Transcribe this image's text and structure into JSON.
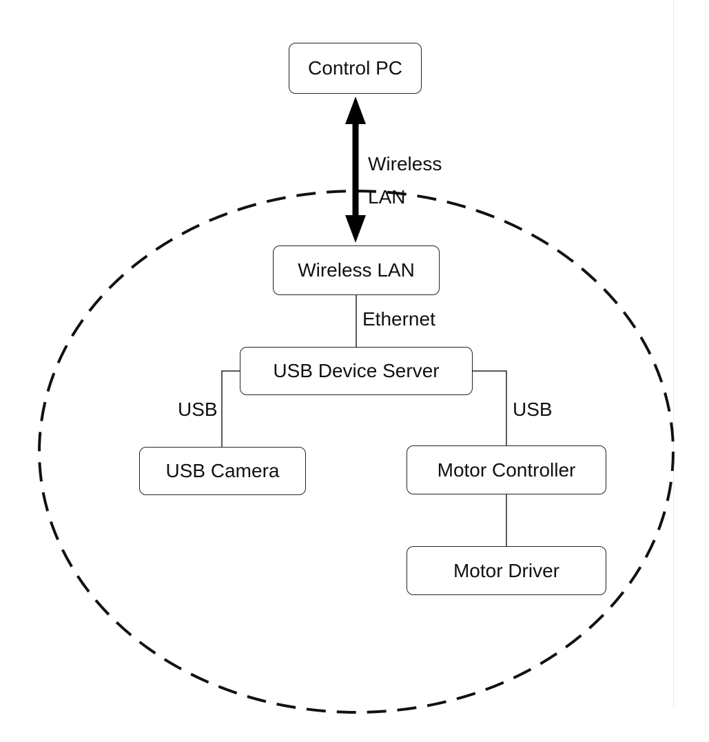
{
  "nodes": {
    "control_pc": "Control PC",
    "wireless_lan": "Wireless LAN",
    "usb_device_server": "USB Device Server",
    "usb_camera": "USB Camera",
    "motor_controller": "Motor Controller",
    "motor_driver": "Motor Driver"
  },
  "edges": {
    "wireless_line1": "Wireless",
    "wireless_line2": "LAN",
    "ethernet": "Ethernet",
    "usb_left": "USB",
    "usb_right": "USB"
  },
  "colors": {
    "stroke": "#111111",
    "background": "#ffffff"
  }
}
